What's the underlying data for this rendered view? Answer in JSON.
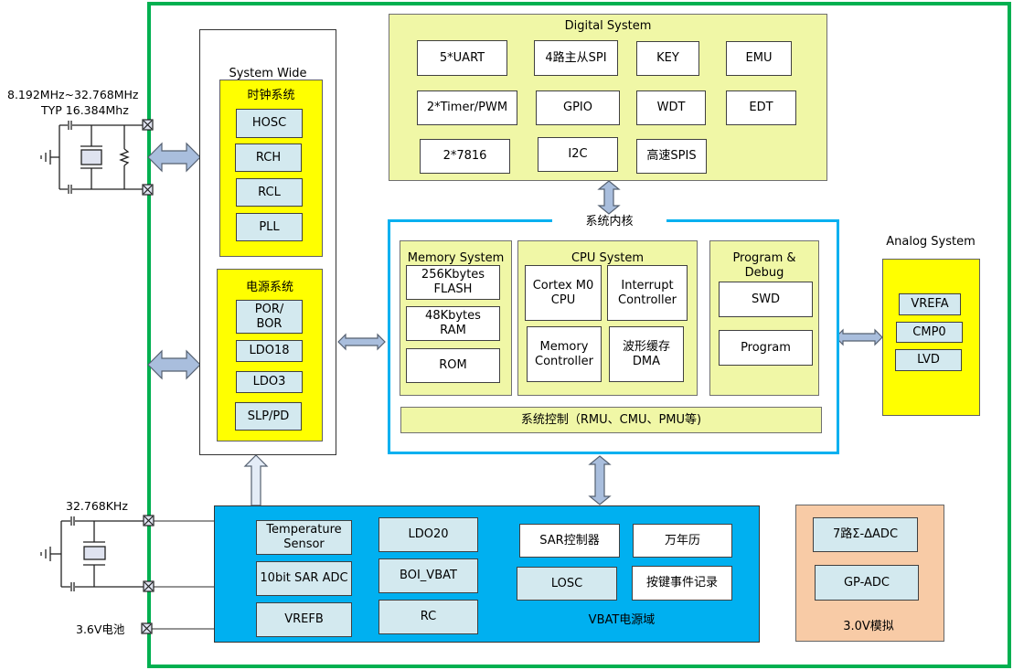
{
  "colors": {
    "chip_border": "#00b050",
    "core_border": "#00b0f0",
    "vbat_fill": "#00b0f0",
    "yellow_fill": "#ffff00",
    "pale_fill": "#f0f7a6",
    "block_fill": "#d3e9ef",
    "analog_fill": "#f8cba6",
    "arrow_fill": "#a9bedd"
  },
  "external": {
    "hosc_freq_range": "8.192MHz~32.768MHz",
    "hosc_typ": "TYP 16.384Mhz",
    "losc_freq": "32.768KHz",
    "battery": "3.6V电池"
  },
  "system_wide": {
    "title": "System Wide",
    "clock": {
      "title": "时钟系统",
      "items": [
        "HOSC",
        "RCH",
        "RCL",
        "PLL"
      ]
    },
    "power": {
      "title": "电源系统",
      "items": [
        "POR/\nBOR",
        "LDO18",
        "LDO3",
        "SLP/PD"
      ]
    }
  },
  "digital": {
    "title": "Digital System",
    "items": [
      "5*UART",
      "4路主从SPI",
      "KEY",
      "EMU",
      "2*Timer/PWM",
      "GPIO",
      "WDT",
      "EDT",
      "2*7816",
      "I2C",
      "高速SPIS"
    ]
  },
  "core": {
    "title": "系统内核",
    "memory": {
      "title": "Memory System",
      "items": [
        "256Kbytes\nFLASH",
        "48Kbytes\nRAM",
        "ROM"
      ]
    },
    "cpu": {
      "title": "CPU System",
      "items": [
        "Cortex M0\nCPU",
        "Interrupt\nController",
        "Memory\nController",
        "波形缓存\nDMA"
      ]
    },
    "debug": {
      "title": "Program &\nDebug",
      "items": [
        "SWD",
        "Program"
      ]
    },
    "control": "系统控制（RMU、CMU、PMU等)"
  },
  "analog": {
    "title": "Analog System",
    "items": [
      "VREFA",
      "CMP0",
      "LVD"
    ]
  },
  "vbat": {
    "title": "VBAT电源域",
    "left_items": [
      "Temperature\nSensor",
      "10bit  SAR ADC",
      "VREFB"
    ],
    "mid_items": [
      "LDO20",
      "BOI_VBAT",
      "RC"
    ],
    "right_items": [
      "SAR控制器",
      "万年历",
      "LOSC",
      "按键事件记录"
    ]
  },
  "analog3v": {
    "title": "3.0V模拟",
    "items": [
      "7路Σ-ΔADC",
      "GP-ADC"
    ]
  }
}
